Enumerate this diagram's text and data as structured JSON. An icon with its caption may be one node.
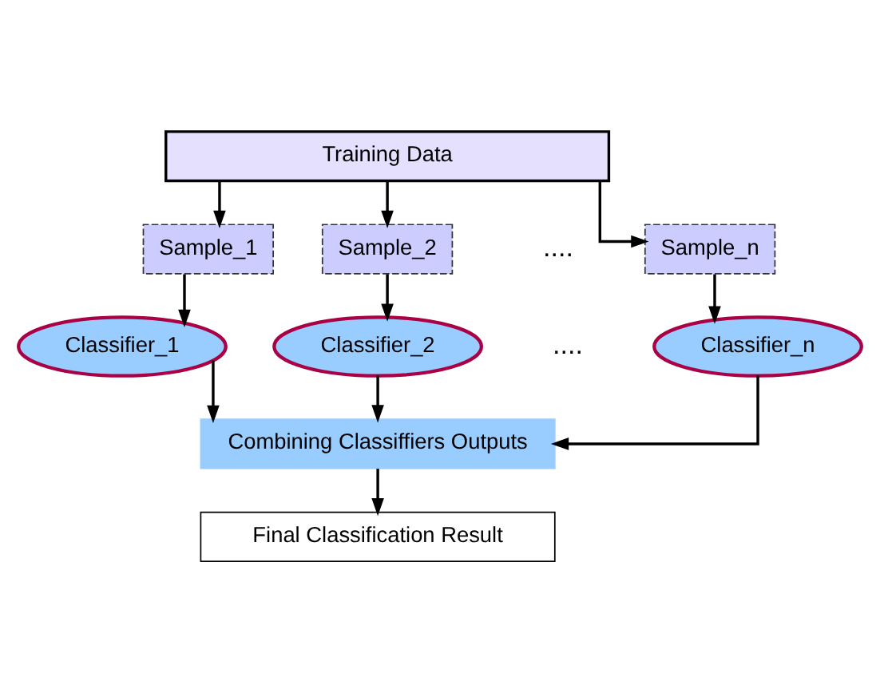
{
  "diagram": {
    "nodes": [
      {
        "text": [
          "Training Data"
        ]
      },
      {
        "text": [
          "Sample_1"
        ]
      },
      {
        "text": [
          "Sample_2"
        ]
      },
      {
        "text": [
          "Sample_n"
        ]
      },
      {
        "text": [
          "Classifier_1"
        ]
      },
      {
        "text": [
          "Classifier_2"
        ]
      },
      {
        "text": [
          "Classifier_n"
        ]
      },
      {
        "text": [
          "Combining Classiffiers Outputs"
        ]
      },
      {
        "text": [
          "Final Classification Result"
        ]
      }
    ],
    "edges": [
      {
        "from": 0,
        "to": 1,
        "arrow": "to"
      },
      {
        "from": 0,
        "to": 2,
        "arrow": "to"
      },
      {
        "from": 0,
        "to": 3,
        "arrow": "to"
      },
      {
        "from": 1,
        "to": 4,
        "arrow": "to"
      },
      {
        "from": 2,
        "to": 5,
        "arrow": "to"
      },
      {
        "from": 3,
        "to": 6,
        "arrow": "to"
      },
      {
        "from": 4,
        "to": 7,
        "arrow": "to"
      },
      {
        "from": 5,
        "to": 7,
        "arrow": "to"
      },
      {
        "from": 6,
        "to": 7,
        "arrow": "to"
      },
      {
        "from": 7,
        "to": 8,
        "arrow": "to"
      }
    ],
    "labels": [
      "....",
      "...."
    ]
  }
}
